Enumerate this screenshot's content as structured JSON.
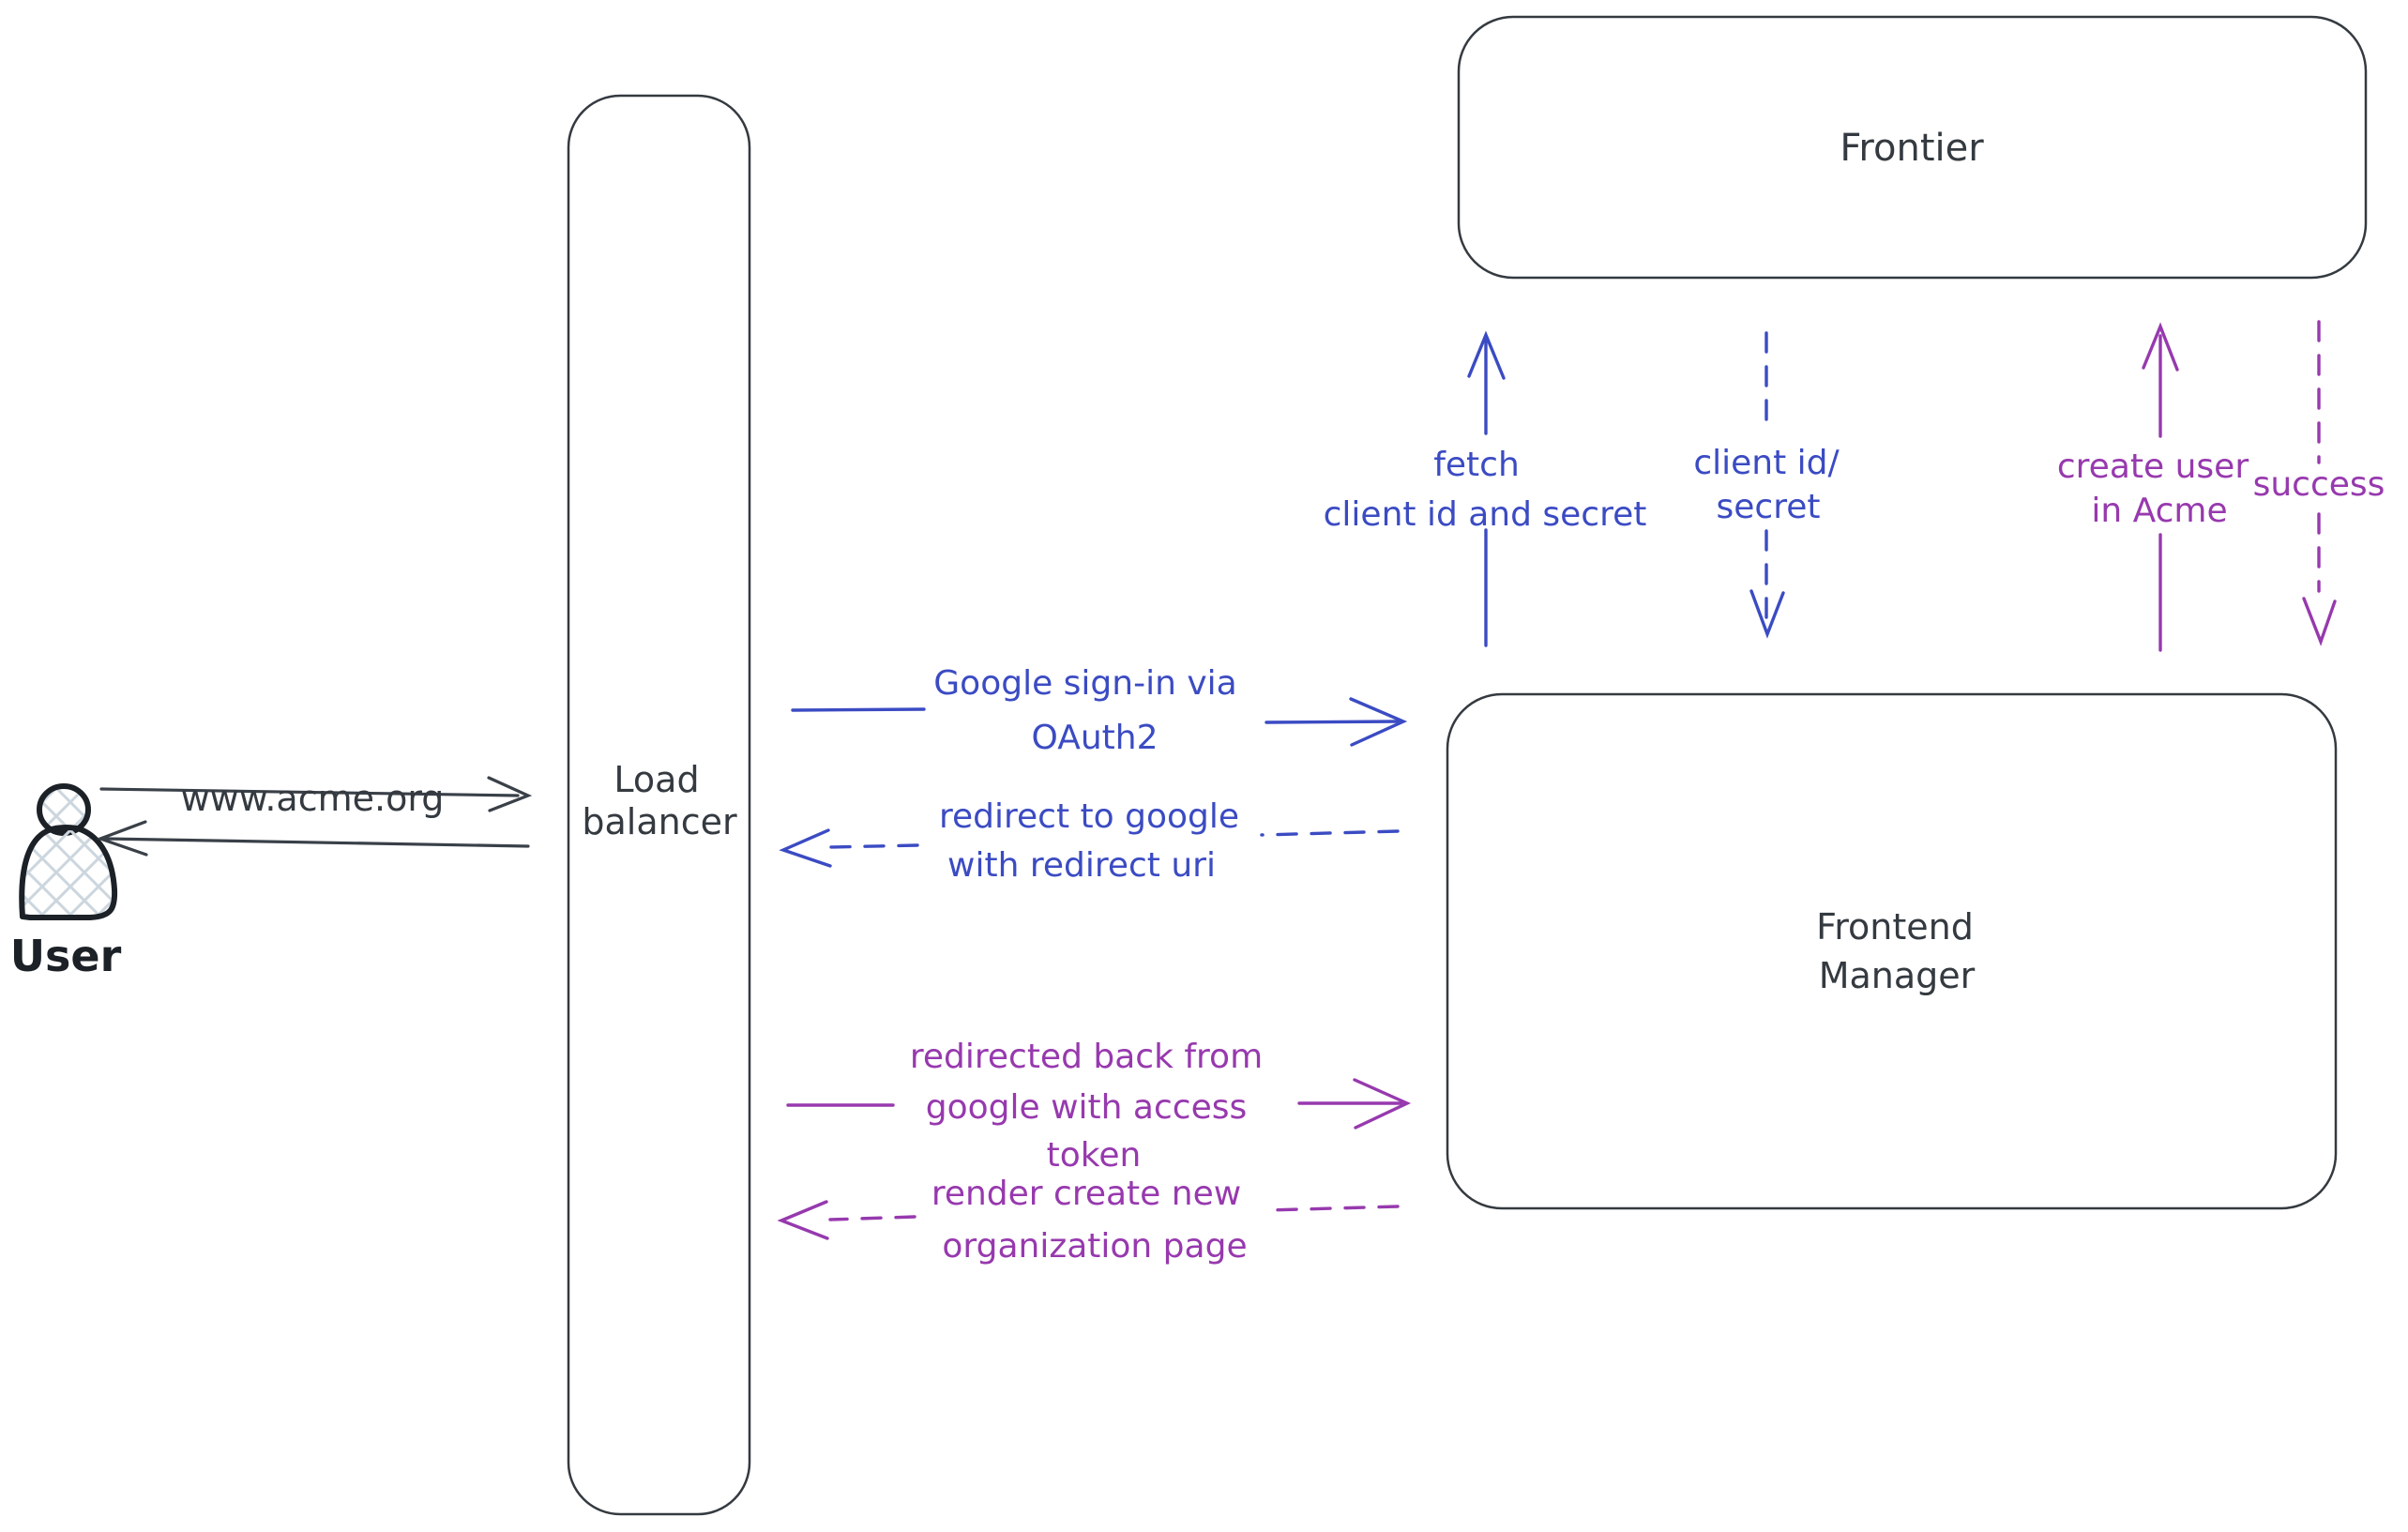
{
  "diagram_title": "Google OAuth sign-in flow diagram",
  "colors": {
    "stroke_dark": "#343a40",
    "actor_ink": "#1c2127",
    "accent_blue": "#3b4bc3",
    "accent_purple": "#9739ae",
    "hatch_fill": "#ccd6de"
  },
  "actors": {
    "user": {
      "label": "User"
    }
  },
  "nodes": {
    "load_balancer": {
      "line1": "Load",
      "line2": "balancer"
    },
    "frontier": {
      "label": "Frontier"
    },
    "frontend_manager": {
      "line1": "Frontend",
      "line2": "Manager"
    }
  },
  "messages": {
    "www_acme": {
      "label": "www.acme.org",
      "style": "solid",
      "direction": "right"
    },
    "google_signin": {
      "line1": "Google sign-in via",
      "line2": "OAuth2",
      "style": "solid",
      "direction": "right"
    },
    "redirect_google": {
      "line1": "redirect to google",
      "line2": "with redirect uri",
      "style": "dashed",
      "direction": "left"
    },
    "redirected_back": {
      "line1": "redirected back from",
      "line2": "google with access",
      "line3": "token",
      "style": "solid",
      "direction": "right"
    },
    "render_org_page": {
      "line1": "render create new",
      "line2": "organization page",
      "style": "dashed",
      "direction": "left"
    },
    "fetch_secret": {
      "line1": "fetch",
      "line2": "client id and secret",
      "style": "solid",
      "direction": "up"
    },
    "client_id_secret": {
      "line1": "client id/",
      "line2": "secret",
      "style": "dashed",
      "direction": "down"
    },
    "create_user": {
      "line1": "create user",
      "line2": "in Acme",
      "style": "solid",
      "direction": "up"
    },
    "success": {
      "label": "success",
      "style": "dashed",
      "direction": "down"
    }
  }
}
